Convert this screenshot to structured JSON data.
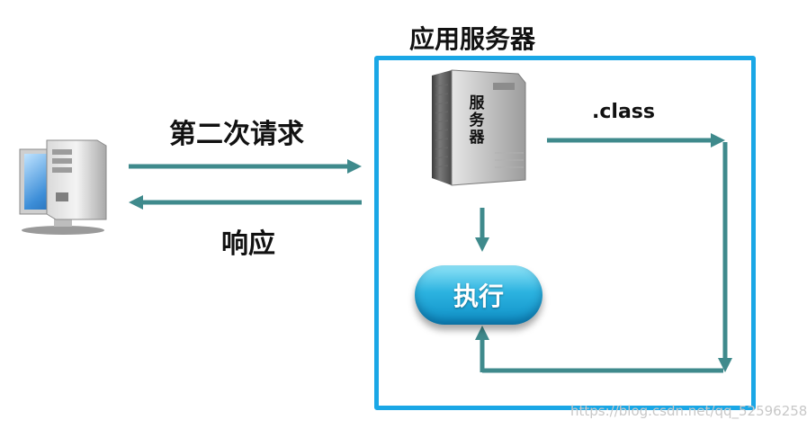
{
  "title": "应用服务器",
  "request_label": "第二次请求",
  "response_label": "响应",
  "server_icon_text": [
    "服",
    "务",
    "器"
  ],
  "class_label": ".class",
  "execute_label": "执行",
  "watermark": "https://blog.csdn.net/qq_52596258",
  "icons": {
    "client": "desktop-computer-icon",
    "server": "server-tower-icon"
  },
  "colors": {
    "arrow": "#3f8a8c",
    "box_border": "#1aa7e6",
    "execute_fill": "#1ea3d8"
  }
}
